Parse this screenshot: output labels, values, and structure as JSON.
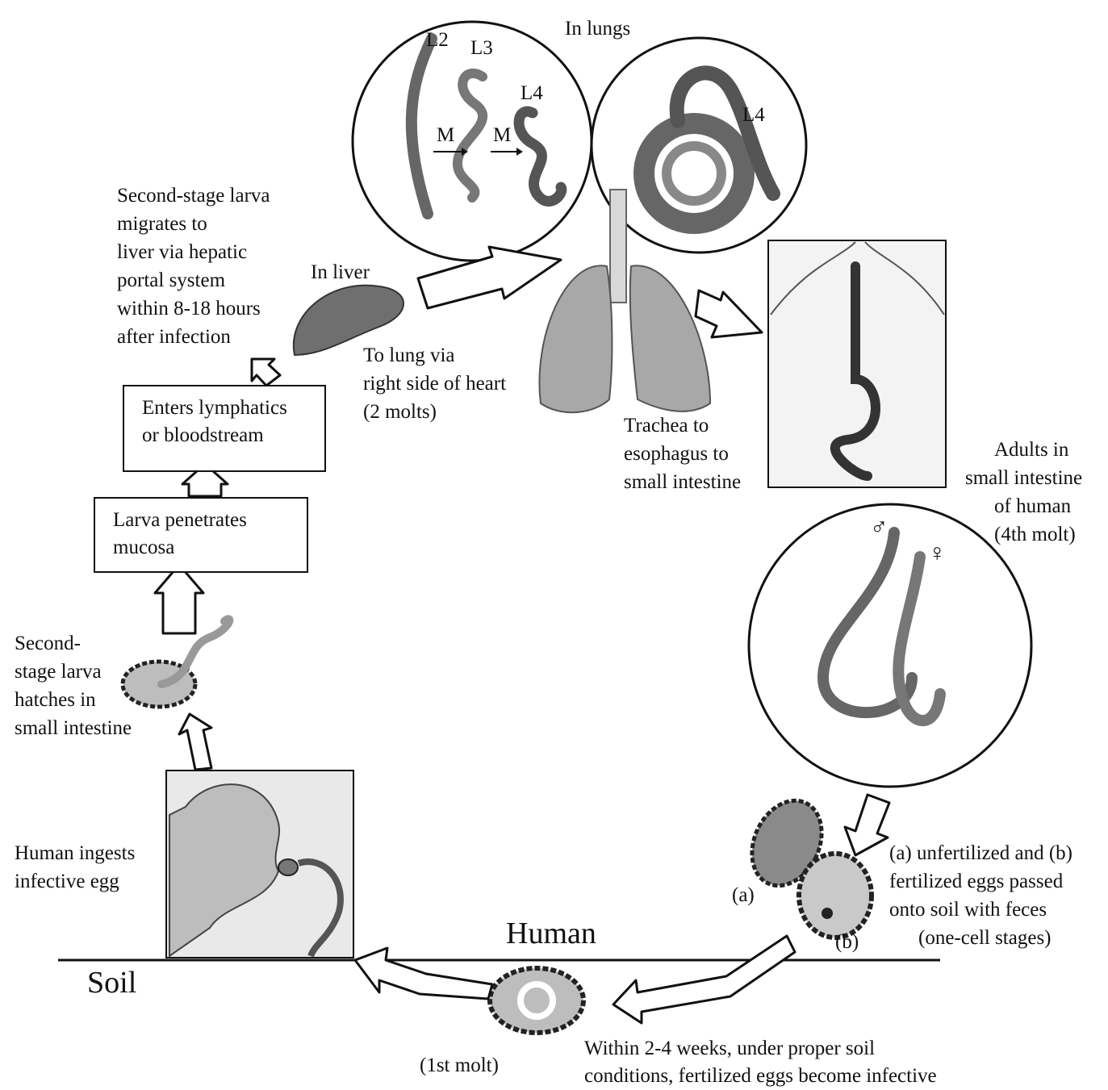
{
  "labels": {
    "in_lungs": "In lungs",
    "l2": "L2",
    "l3": "L3",
    "l4_a": "L4",
    "l4_b": "L4",
    "m1": "M",
    "m2": "M",
    "in_liver": "In liver",
    "liver_migration": [
      "Second-stage larva",
      "migrates to",
      "liver via hepatic",
      "portal system",
      "within 8-18 hours",
      "after infection"
    ],
    "to_lung": [
      "To lung via",
      "right side of heart",
      "(2 molts)"
    ],
    "trachea": [
      "Trachea to",
      "esophagus to",
      "small intestine"
    ],
    "adults": [
      "Adults in",
      "small intestine",
      "of human",
      "(4th molt)"
    ],
    "lymphatics": [
      "Enters lymphatics",
      "or bloodstream"
    ],
    "penetrates": [
      "Larva penetrates",
      "mucosa"
    ],
    "hatches": [
      "Second-",
      "stage larva",
      "hatches in",
      "small intestine"
    ],
    "ingests": [
      "Human ingests",
      "infective egg"
    ],
    "egg_a": "(a)",
    "egg_b": "(b)",
    "eggs_passed": [
      "(a) unfertilized and (b)",
      "fertilized eggs passed",
      "onto soil with feces",
      "(one-cell stages)"
    ],
    "human": "Human",
    "soil": "Soil",
    "first_molt": "(1st molt)",
    "infective": [
      "Within 2-4 weeks, under proper soil",
      "conditions, fertilized eggs become infective"
    ],
    "male_symbol": "♂",
    "female_symbol": "♀"
  },
  "colors": {
    "line": "#111111",
    "light_gray": "#cfcfcf",
    "mid_gray": "#9a9a9a",
    "dark_gray": "#5e5e5e"
  }
}
